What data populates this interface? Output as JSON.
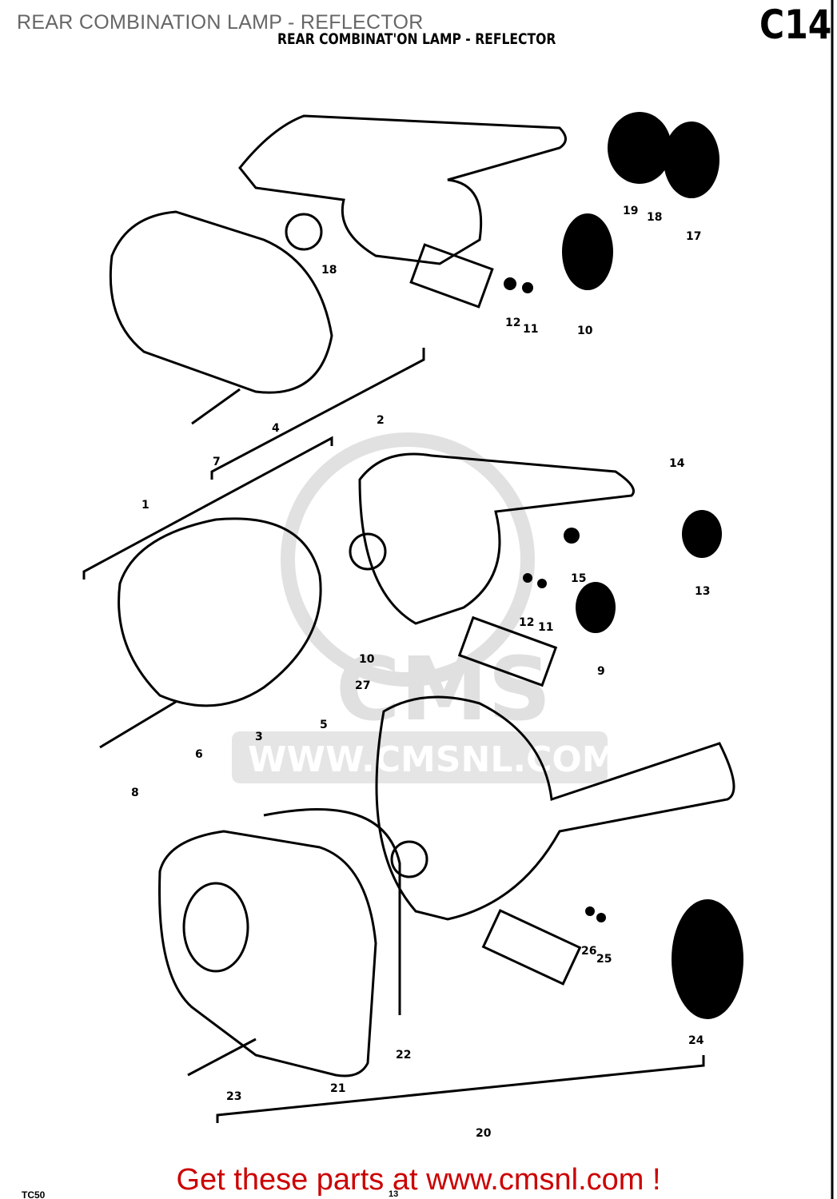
{
  "header": {
    "overlay_title": "REAR COMBINATION LAMP - REFLECTOR",
    "scan_title": "REAR COMBINAT'ON LAMP - REFLECTOR",
    "page_code": "C14"
  },
  "watermark": {
    "text": "WWW.CMSNL.COM",
    "logo": "CMS"
  },
  "callouts": [
    "18",
    "12",
    "11",
    "10",
    "19",
    "18",
    "17",
    "4",
    "7",
    "2",
    "1",
    "14",
    "15",
    "12",
    "11",
    "13",
    "9",
    "10",
    "27",
    "3",
    "5",
    "6",
    "8",
    "26",
    "25",
    "24",
    "22",
    "23",
    "21",
    "20"
  ],
  "footer": {
    "promo": "Get these parts at www.cmsnl.com !",
    "model": "TC50",
    "plate": "13"
  },
  "colors": {
    "promo": "#cc0000",
    "overlay_title": "#666666",
    "watermark": "#cccccc"
  }
}
